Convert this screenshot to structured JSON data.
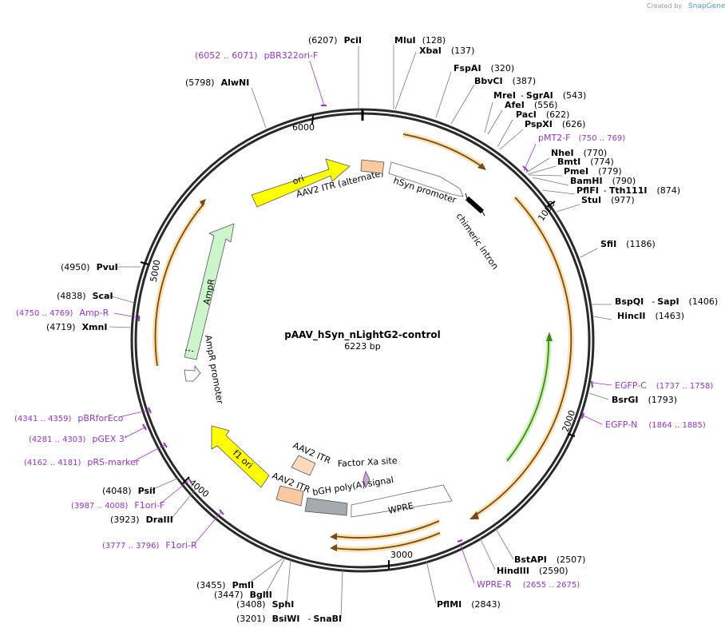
{
  "credit": {
    "prefix": "Created by",
    "brand": "SnapGene"
  },
  "plasmid": {
    "name": "pAAV_hSyn_nLightG2-control",
    "size": "6223 bp"
  },
  "ticks": [
    "1000",
    "2000",
    "3000",
    "4000",
    "5000",
    "6000"
  ],
  "features": {
    "ori": "ori",
    "itr_alt": "AAV2 ITR (alternate)",
    "hsyn": "hSyn promoter",
    "chimeric": "chimeric intron",
    "ampr": "AmpR",
    "ampr_promoter": "AmpR promoter",
    "f1ori": "f1 ori",
    "itr_a": "AAV2 ITR",
    "itr_b": "AAV2 ITR",
    "factor_xa": "Factor Xa site",
    "bgh": "bGH poly(A) signal",
    "wpre": "WPRE"
  },
  "labels": {
    "pcii": {
      "name": "PciI",
      "pos": "(6207)"
    },
    "mlui": {
      "name": "MluI",
      "pos": "(128)"
    },
    "xbai": {
      "name": "XbaI",
      "pos": "(137)"
    },
    "pbr322": {
      "name": "pBR322ori-F",
      "pos": "(6052 .. 6071)"
    },
    "alwni": {
      "name": "AlwNI",
      "pos": "(5798)"
    },
    "fspai": {
      "name": "FspAI",
      "pos": "(320)"
    },
    "bbvci": {
      "name": "BbvCI",
      "pos": "(387)"
    },
    "mrei": {
      "name": "MreI",
      "sep": "-",
      "name2": "SgrAI",
      "pos": "(543)"
    },
    "afei": {
      "name": "AfeI",
      "pos": "(556)"
    },
    "paci": {
      "name": "PacI",
      "pos": "(622)"
    },
    "pspxi": {
      "name": "PspXI",
      "pos": "(626)"
    },
    "pmt2": {
      "name": "pMT2-F",
      "pos": "(750 .. 769)"
    },
    "nhei": {
      "name": "NheI",
      "pos": "(770)"
    },
    "bmti": {
      "name": "BmtI",
      "pos": "(774)"
    },
    "pmei": {
      "name": "PmeI",
      "pos": "(779)"
    },
    "bamhi": {
      "name": "BamHI",
      "pos": "(790)"
    },
    "pflfi": {
      "name": "PflFI",
      "sep": "-",
      "name2": "Tth111I",
      "pos": "(874)"
    },
    "stui": {
      "name": "StuI",
      "pos": "(977)"
    },
    "sfii": {
      "name": "SfiI",
      "pos": "(1186)"
    },
    "bspqi": {
      "name": "BspQI",
      "sep": "-",
      "name2": "SapI",
      "pos": "(1406)"
    },
    "hincii": {
      "name": "HincII",
      "pos": "(1463)"
    },
    "egfpc": {
      "name": "EGFP-C",
      "pos": "(1737 .. 1758)"
    },
    "bsrgi": {
      "name": "BsrGI",
      "pos": "(1793)"
    },
    "egfpn": {
      "name": "EGFP-N",
      "pos": "(1864 .. 1885)"
    },
    "bstapi": {
      "name": "BstAPI",
      "pos": "(2507)"
    },
    "hindiii": {
      "name": "HindIII",
      "pos": "(2590)"
    },
    "wprer": {
      "name": "WPRE-R",
      "pos": "(2655 .. 2675)"
    },
    "pflmi": {
      "name": "PflMI",
      "pos": "(2843)"
    },
    "bsiwi": {
      "name": "BsiWI",
      "sep": "-",
      "name2": "SnaBI",
      "pos": "(3201)"
    },
    "sphi": {
      "name": "SphI",
      "pos": "(3408)"
    },
    "bglii": {
      "name": "BglII",
      "pos": "(3447)"
    },
    "pmli": {
      "name": "PmlI",
      "pos": "(3455)"
    },
    "f1orir": {
      "name": "F1ori-R",
      "pos": "(3777 .. 3796)"
    },
    "draiii": {
      "name": "DraIII",
      "pos": "(3923)"
    },
    "f1orif": {
      "name": "F1ori-F",
      "pos": "(3987 .. 4008)"
    },
    "psii": {
      "name": "PsiI",
      "pos": "(4048)"
    },
    "prs": {
      "name": "pRS-marker",
      "pos": "(4162 .. 4181)"
    },
    "pgex": {
      "name": "pGEX 3'",
      "pos": "(4281 .. 4303)"
    },
    "pbrfor": {
      "name": "pBRforEco",
      "pos": "(4341 .. 4359)"
    },
    "xmni": {
      "name": "XmnI",
      "pos": "(4719)"
    },
    "ampr_p": {
      "name": "Amp-R",
      "pos": "(4750 .. 4769)"
    },
    "scai": {
      "name": "ScaI",
      "pos": "(4838)"
    },
    "pvui": {
      "name": "PvuI",
      "pos": "(4950)"
    }
  }
}
